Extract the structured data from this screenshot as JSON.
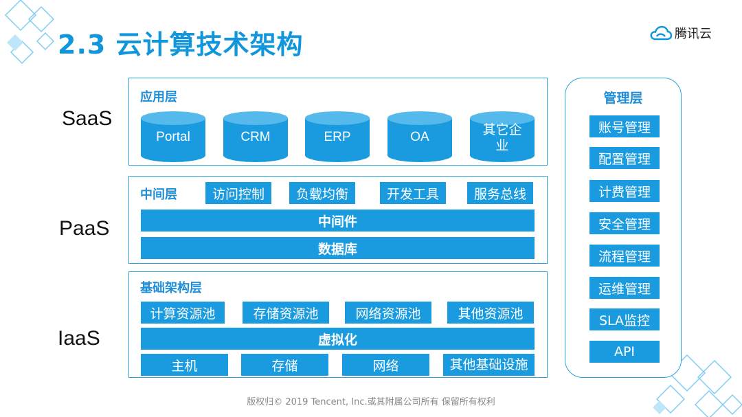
{
  "slide": {
    "title": "2.3 云计算技术架构",
    "logo_text": "腾讯云",
    "footer": "版权归© 2019 Tencent, Inc.或其附属公司所有 保留所有权利"
  },
  "tiers": {
    "saas": "SaaS",
    "paas": "PaaS",
    "iaas": "IaaS"
  },
  "application_layer": {
    "title": "应用层",
    "apps": [
      "Portal",
      "CRM",
      "ERP",
      "OA",
      "其它企业"
    ]
  },
  "middle_layer": {
    "title": "中间层",
    "modules": [
      "访问控制",
      "负载均衡",
      "开发工具",
      "服务总线"
    ],
    "middleware": "中间件",
    "database": "数据库"
  },
  "infrastructure_layer": {
    "title": "基础架构层",
    "pools": [
      "计算资源池",
      "存储资源池",
      "网络资源池",
      "其他资源池"
    ],
    "virtualization": "虚拟化",
    "hardware": [
      "主机",
      "存储",
      "网络",
      "其他基础设施"
    ]
  },
  "management_layer": {
    "title": "管理层",
    "items": [
      "账号管理",
      "配置管理",
      "计费管理",
      "安全管理",
      "流程管理",
      "运维管理",
      "SLA监控",
      "API"
    ]
  },
  "colors": {
    "accent": "#1296db",
    "block": "#1a9be0",
    "border": "#2aa3e0",
    "title": "#1e8ed8"
  }
}
